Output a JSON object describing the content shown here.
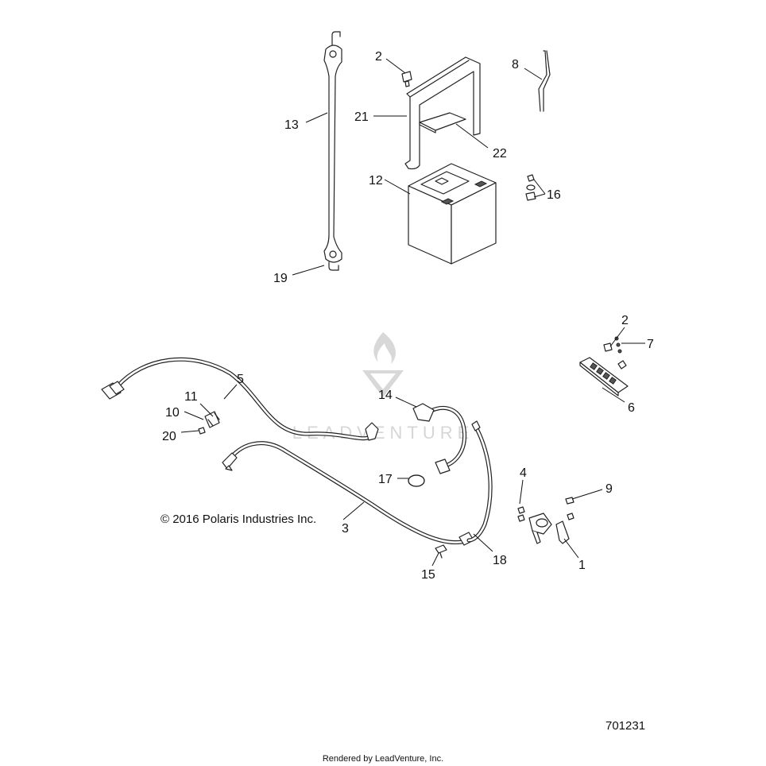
{
  "diagram": {
    "copyright": "© 2016 Polaris Industries Inc.",
    "figure_number": "701231",
    "rendered_by": "Rendered by LeadVenture, Inc.",
    "watermark": "LEADVENTURE",
    "callouts": {
      "c1": "1",
      "c2a": "2",
      "c2b": "2",
      "c3": "3",
      "c4": "4",
      "c5": "5",
      "c6": "6",
      "c7": "7",
      "c8": "8",
      "c9": "9",
      "c10": "10",
      "c11": "11",
      "c12": "12",
      "c13": "13",
      "c14": "14",
      "c15": "15",
      "c16": "16",
      "c17": "17",
      "c18": "18",
      "c19": "19",
      "c20": "20",
      "c21": "21",
      "c22": "22"
    }
  }
}
